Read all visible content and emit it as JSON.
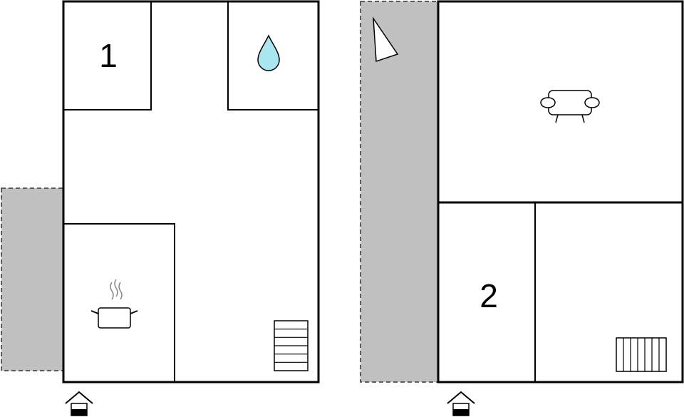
{
  "floor_plans": [
    {
      "id": "ground-floor",
      "rooms": [
        {
          "name": "bedroom",
          "label": "1"
        },
        {
          "name": "bathroom",
          "icon": "water-drop-icon",
          "icon_color": "#a8e6f0"
        },
        {
          "name": "kitchen",
          "icon": "cooking-pot-icon"
        },
        {
          "name": "hall",
          "icon": "stairs-icon"
        }
      ],
      "terrace": {
        "fill": "#c0c0c0"
      },
      "entrance_icon": "entrance-house-icon"
    },
    {
      "id": "upper-floor",
      "rooms": [
        {
          "name": "living-room",
          "icon": "sofa-icon"
        },
        {
          "name": "bedroom",
          "label": "2"
        },
        {
          "name": "stair-room",
          "icon": "stairs-icon"
        }
      ],
      "terrace": {
        "fill": "#c0c0c0"
      },
      "orientation_icon": "north-arrow-icon",
      "entrance_icon": "entrance-house-icon"
    }
  ]
}
